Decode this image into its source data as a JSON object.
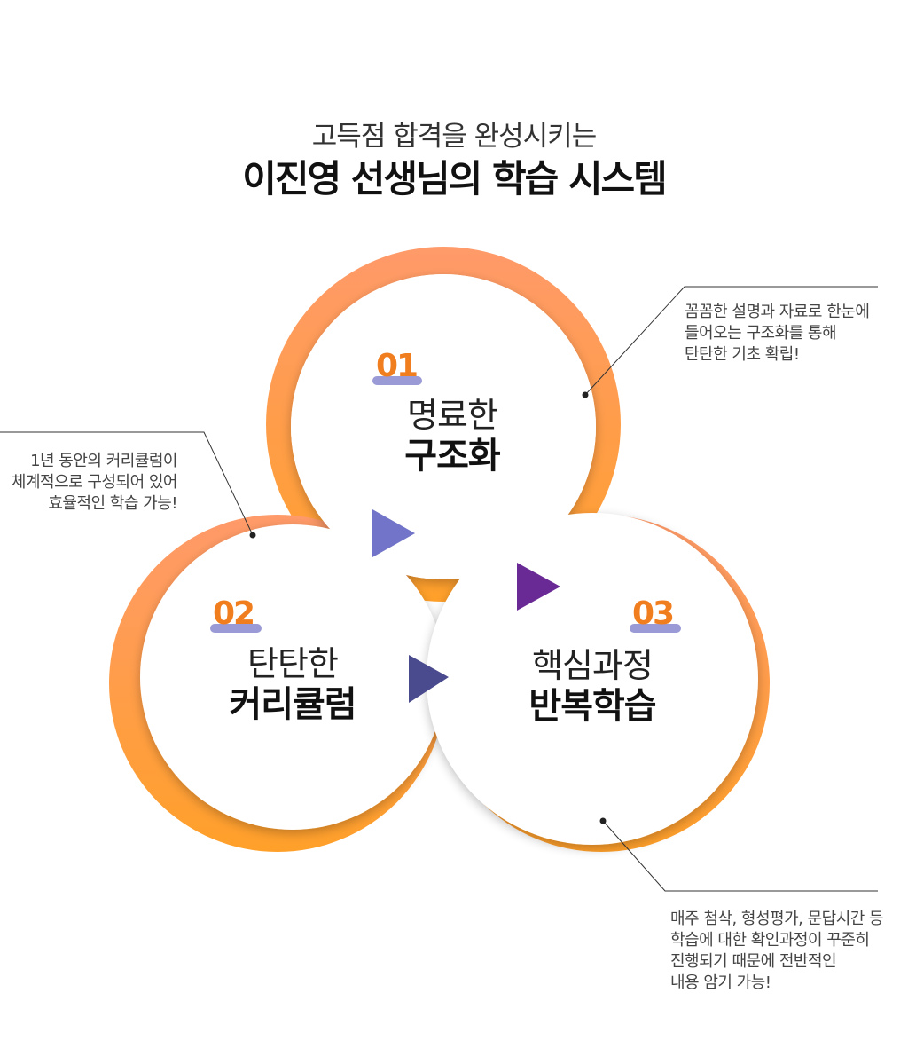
{
  "header": {
    "subtitle": "고득점 합격을 완성시키는",
    "title": "이진영 선생님의 학습 시스템"
  },
  "steps": [
    {
      "number": "01",
      "line1": "명료한",
      "line2": "구조화"
    },
    {
      "number": "02",
      "line1": "탄탄한",
      "line2": "커리큘럼"
    },
    {
      "number": "03",
      "line1": "핵심과정",
      "line2": "반복학습"
    }
  ],
  "notes": {
    "structure": [
      "꼼꼼한 설명과 자료로 한눈에",
      "들어오는 구조화를 통해",
      "탄탄한 기초 확립!"
    ],
    "curriculum": [
      "1년 동안의 커리큘럼이",
      "체계적으로 구성되어 있어",
      "효율적인 학습 가능!"
    ],
    "repetition": [
      "매주 첨삭, 형성평가,  문답시간 등",
      "학습에 대한 확인과정이 꾸준히",
      "진행되기 때문에 전반적인",
      "내용 암기 가능!"
    ]
  },
  "colors": {
    "ring_top": "#ff9a6a",
    "ring_bottom": "#ffa02a",
    "number": "#f07d1e",
    "number_underline": "#9a9ad6",
    "arrow_1": "#7174c8",
    "arrow_2": "#6a2a96",
    "arrow_3": "#4a4a8e"
  },
  "icons": [
    "play-arrow-icon",
    "play-arrow-icon",
    "play-arrow-icon"
  ]
}
